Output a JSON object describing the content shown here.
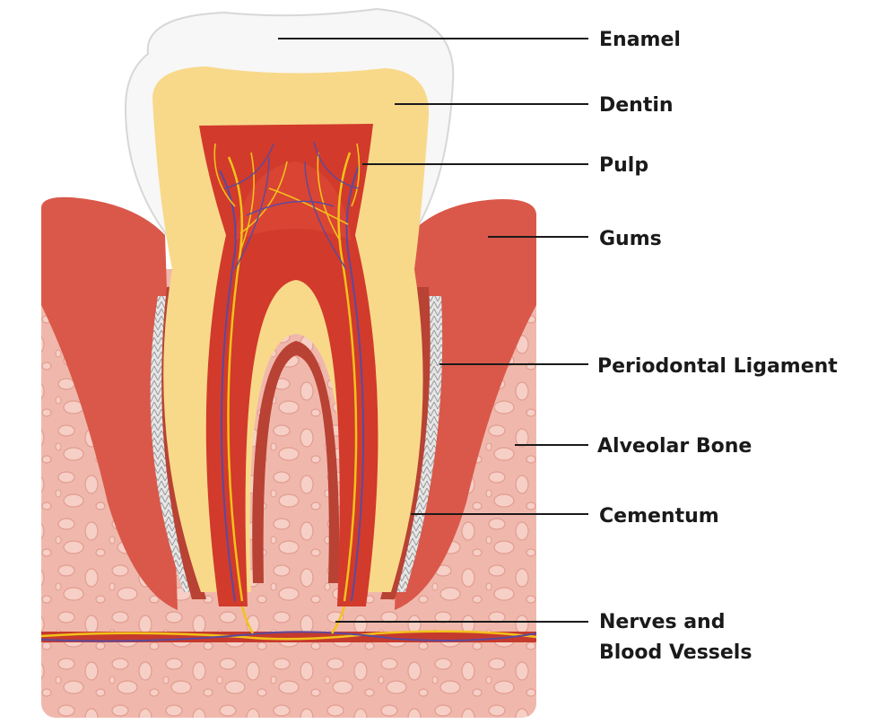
{
  "diagram": {
    "labels": [
      {
        "id": "enamel",
        "text": "Enamel"
      },
      {
        "id": "dentin",
        "text": "Dentin"
      },
      {
        "id": "pulp",
        "text": "Pulp"
      },
      {
        "id": "gums",
        "text": "Gums"
      },
      {
        "id": "periodontal-ligament",
        "text": "Periodontal Ligament"
      },
      {
        "id": "alveolar-bone",
        "text": "Alveolar Bone"
      },
      {
        "id": "cementum",
        "text": "Cementum"
      },
      {
        "id": "nerves-line1",
        "text": "Nerves and"
      },
      {
        "id": "nerves-line2",
        "text": "Blood Vessels"
      }
    ],
    "colors": {
      "enamel": "#f7f7f7",
      "dentin": "#f8d98a",
      "pulp": "#d23a2b",
      "gums": "#d9584a",
      "bone": "#f0b8ac",
      "ligament": "#c9c9c9",
      "nerve": "#f2c21b",
      "vessel": "#5b4a9e"
    }
  }
}
